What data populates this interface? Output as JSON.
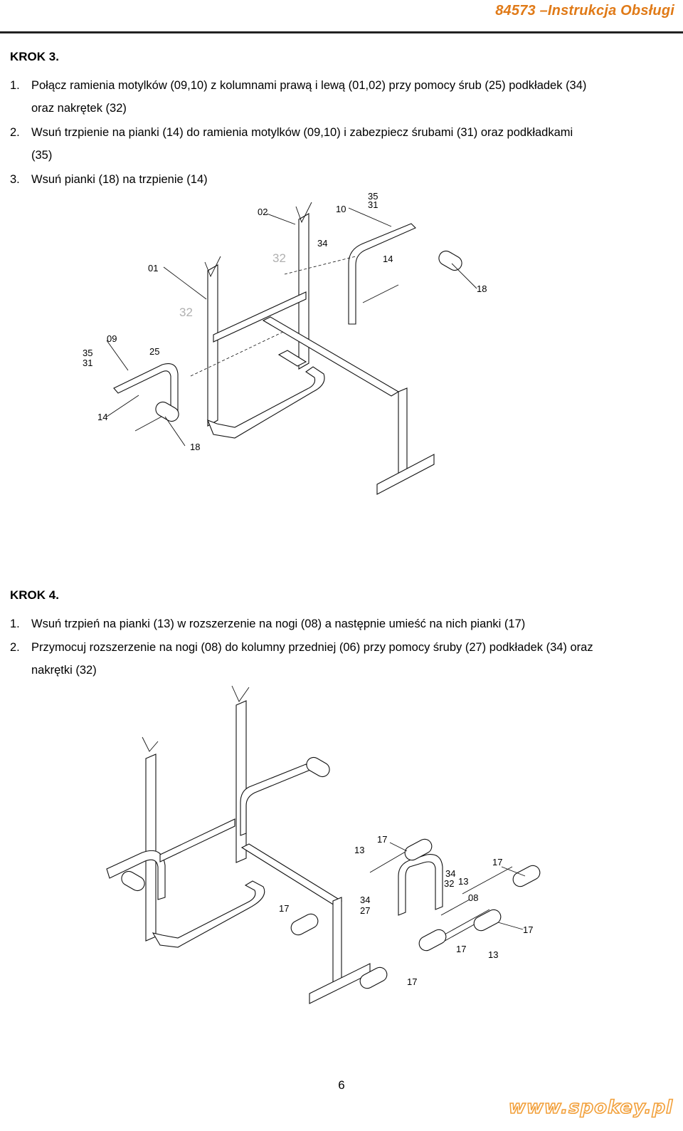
{
  "header": {
    "title": "84573 –Instrukcja Obsługi"
  },
  "step3": {
    "heading": "KROK 3.",
    "items": [
      {
        "num": "1.",
        "text": "Połącz ramienia motylków (09,10) z kolumnami prawą i lewą (01,02) przy pomocy śrub (25) podkładek (34)",
        "cont": "oraz nakrętek (32)"
      },
      {
        "num": "2.",
        "text": "Wsuń trzpienie na pianki (14) do ramienia motylków (09,10) i zabezpiecz śrubami (31) oraz podkładkami",
        "cont": "(35)"
      },
      {
        "num": "3.",
        "text": "Wsuń pianki (18) na trzpienie (14)",
        "cont": ""
      }
    ],
    "labels": [
      "02",
      "10",
      "35",
      "31",
      "34",
      "14",
      "01",
      "32",
      "18",
      "32",
      "09",
      "35",
      "31",
      "25",
      "14",
      "18"
    ]
  },
  "step4": {
    "heading": "KROK 4.",
    "items": [
      {
        "num": "1.",
        "text": "Wsuń trzpień na pianki (13) w rozszerzenie na nogi (08) a następnie umieść na nich pianki (17)",
        "cont": ""
      },
      {
        "num": "2.",
        "text": "Przymocuj rozszerzenie na nogi (08) do kolumny przedniej (06) przy pomocy śruby (27) podkładek (34) oraz",
        "cont": "nakrętki (32)"
      }
    ],
    "labels": [
      "17",
      "13",
      "17",
      "34",
      "32",
      "13",
      "08",
      "34",
      "27",
      "17",
      "17",
      "17",
      "13",
      "17"
    ]
  },
  "footer": {
    "page_number": "6",
    "website": "www.spokey.pl"
  }
}
